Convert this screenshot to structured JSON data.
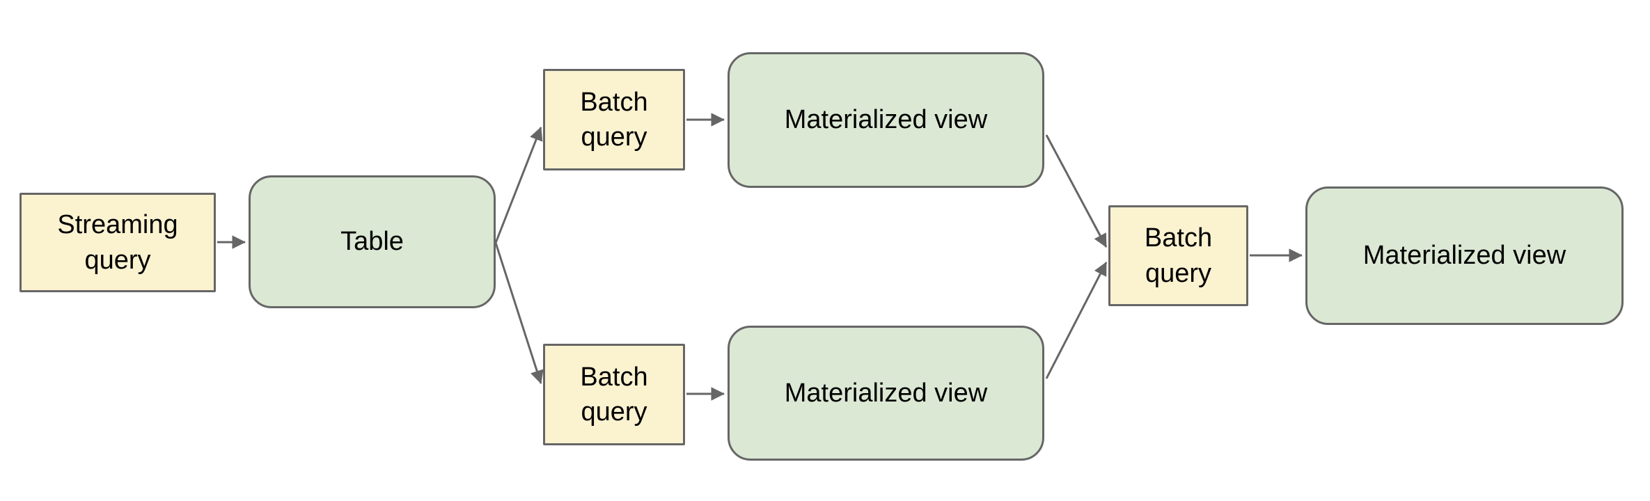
{
  "palette": {
    "canvas_bg": "#ffffff",
    "query_fill": "#fbf2d0",
    "store_fill": "#dbe8d4",
    "stroke": "#666666",
    "text": "#000000"
  },
  "nodes": {
    "streaming_query": {
      "label": "Streaming query",
      "shape": "rectangle",
      "fill": "#fbf2d0"
    },
    "table": {
      "label": "Table",
      "shape": "rounded-rectangle",
      "fill": "#dbe8d4"
    },
    "batch_query_top": {
      "label": "Batch query",
      "shape": "rectangle",
      "fill": "#fbf2d0"
    },
    "materialized_view_top": {
      "label": "Materialized view",
      "shape": "rounded-rectangle",
      "fill": "#dbe8d4"
    },
    "batch_query_bottom": {
      "label": "Batch query",
      "shape": "rectangle",
      "fill": "#fbf2d0"
    },
    "materialized_view_bottom": {
      "label": "Materialized view",
      "shape": "rounded-rectangle",
      "fill": "#dbe8d4"
    },
    "batch_query_right": {
      "label": "Batch query",
      "shape": "rectangle",
      "fill": "#fbf2d0"
    },
    "materialized_view_right": {
      "label": "Materialized view",
      "shape": "rounded-rectangle",
      "fill": "#dbe8d4"
    }
  },
  "edges": [
    {
      "from": "streaming_query",
      "to": "table"
    },
    {
      "from": "table",
      "to": "batch_query_top"
    },
    {
      "from": "table",
      "to": "batch_query_bottom"
    },
    {
      "from": "batch_query_top",
      "to": "materialized_view_top"
    },
    {
      "from": "batch_query_bottom",
      "to": "materialized_view_bottom"
    },
    {
      "from": "materialized_view_top",
      "to": "batch_query_right"
    },
    {
      "from": "materialized_view_bottom",
      "to": "batch_query_right"
    },
    {
      "from": "batch_query_right",
      "to": "materialized_view_right"
    }
  ]
}
